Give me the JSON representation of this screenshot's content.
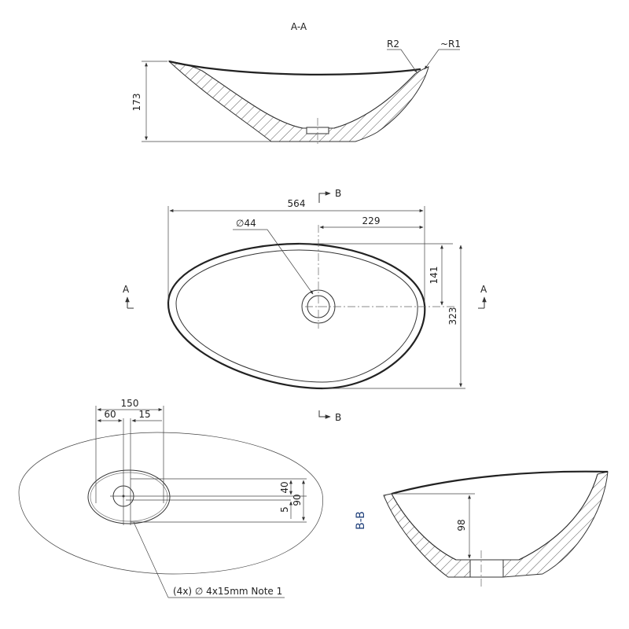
{
  "views": {
    "section_aa": {
      "title": "A-A",
      "height_dim": "173",
      "radius_inner": "R2",
      "radius_outer": "~R1"
    },
    "top_view": {
      "length_dim": "564",
      "drain_diameter": "∅44",
      "drain_offset_x": "229",
      "drain_offset_y": "141",
      "width_dim": "323",
      "section_a_label": "A",
      "section_b_label": "B"
    },
    "bottom_view": {
      "dim_150": "150",
      "dim_60": "60",
      "dim_15": "15",
      "dim_40": "40",
      "dim_90": "90",
      "dim_5": "5",
      "hole_note": "(4x) ∅ 4x15mm Note 1"
    },
    "section_bb": {
      "title": "B-B",
      "depth_dim": "98"
    }
  }
}
